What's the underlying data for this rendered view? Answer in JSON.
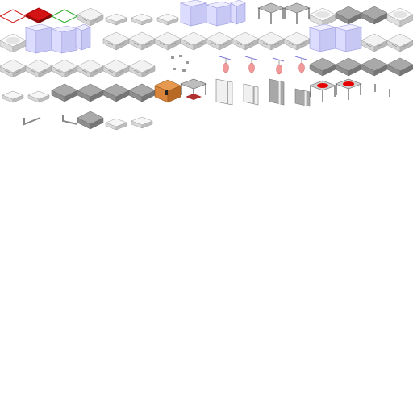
{
  "colors": {
    "background": "#ffffff",
    "counter_top": "#f2f2f2",
    "counter_left": "#d6d6d6",
    "counter_right": "#b8b8b8",
    "dark_top": "#a9a9a9",
    "dark_left": "#8e8e8e",
    "dark_right": "#767676",
    "glass": "#dcdcff",
    "glass_edge": "#9a9ae0",
    "marker_red": "#d41414",
    "marker_green": "#22aa22",
    "box_orange": "#d9843b",
    "meat_pink": "#f29a9a",
    "hook_blue": "#7b78d8",
    "table_leg": "#555555",
    "red_spill": "#e60000"
  },
  "sprites": [
    {
      "id": "floor-tile-outline-red",
      "icon": "tile-outline-red"
    },
    {
      "id": "floor-tile-solid-red",
      "icon": "tile-solid-red"
    },
    {
      "id": "floor-tile-outline-green",
      "icon": "tile-outline-green"
    },
    {
      "id": "counter-segment",
      "icon": "counter"
    },
    {
      "id": "counter-corner",
      "icon": "counter-corner"
    },
    {
      "id": "fridge-glass",
      "icon": "glass-fridge"
    },
    {
      "id": "steel-table",
      "icon": "steel-table"
    },
    {
      "id": "dark-counter",
      "icon": "dark-counter"
    },
    {
      "id": "cardboard-box",
      "icon": "box"
    },
    {
      "id": "hanging-meat",
      "icon": "meat-hook"
    },
    {
      "id": "wall-panel",
      "icon": "wall-panel"
    },
    {
      "id": "bloody-table",
      "icon": "bloody-table"
    },
    {
      "id": "small-post",
      "icon": "post"
    },
    {
      "id": "debris",
      "icon": "debris"
    }
  ]
}
